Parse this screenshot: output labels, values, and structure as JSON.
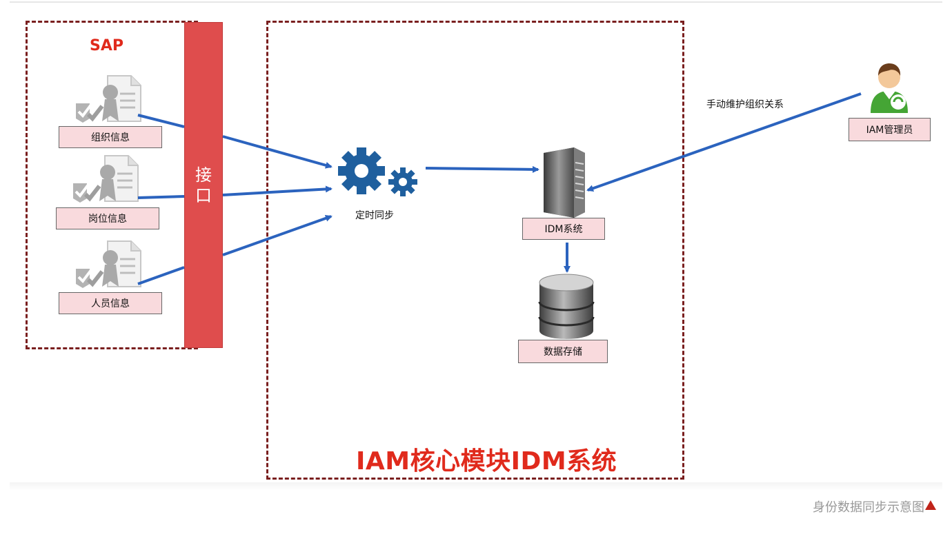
{
  "sap": {
    "title": "SAP"
  },
  "interface": {
    "label": "接\n口"
  },
  "sources": [
    {
      "label": "组织信息",
      "icon": "certificate-document-icon"
    },
    {
      "label": "岗位信息",
      "icon": "certificate-document-icon"
    },
    {
      "label": "人员信息",
      "icon": "certificate-document-icon"
    }
  ],
  "sync": {
    "label": "定时同步",
    "icon": "gears-icon"
  },
  "idm": {
    "label": "IDM系统",
    "icon": "server-icon"
  },
  "storage": {
    "label": "数据存储",
    "icon": "database-icon"
  },
  "admin": {
    "label": "IAM管理员",
    "icon": "user-admin-icon",
    "action": "手动维护组织关系"
  },
  "iam_box": {
    "title": "IAM核心模块IDM系统"
  },
  "caption": {
    "text": "身份数据同步示意图"
  },
  "colors": {
    "frame": "#7a1f1f",
    "accent_red": "#e02a1c",
    "interface": "#df4d4d",
    "arrow": "#2b63be",
    "label_fill": "#f9dadd"
  }
}
